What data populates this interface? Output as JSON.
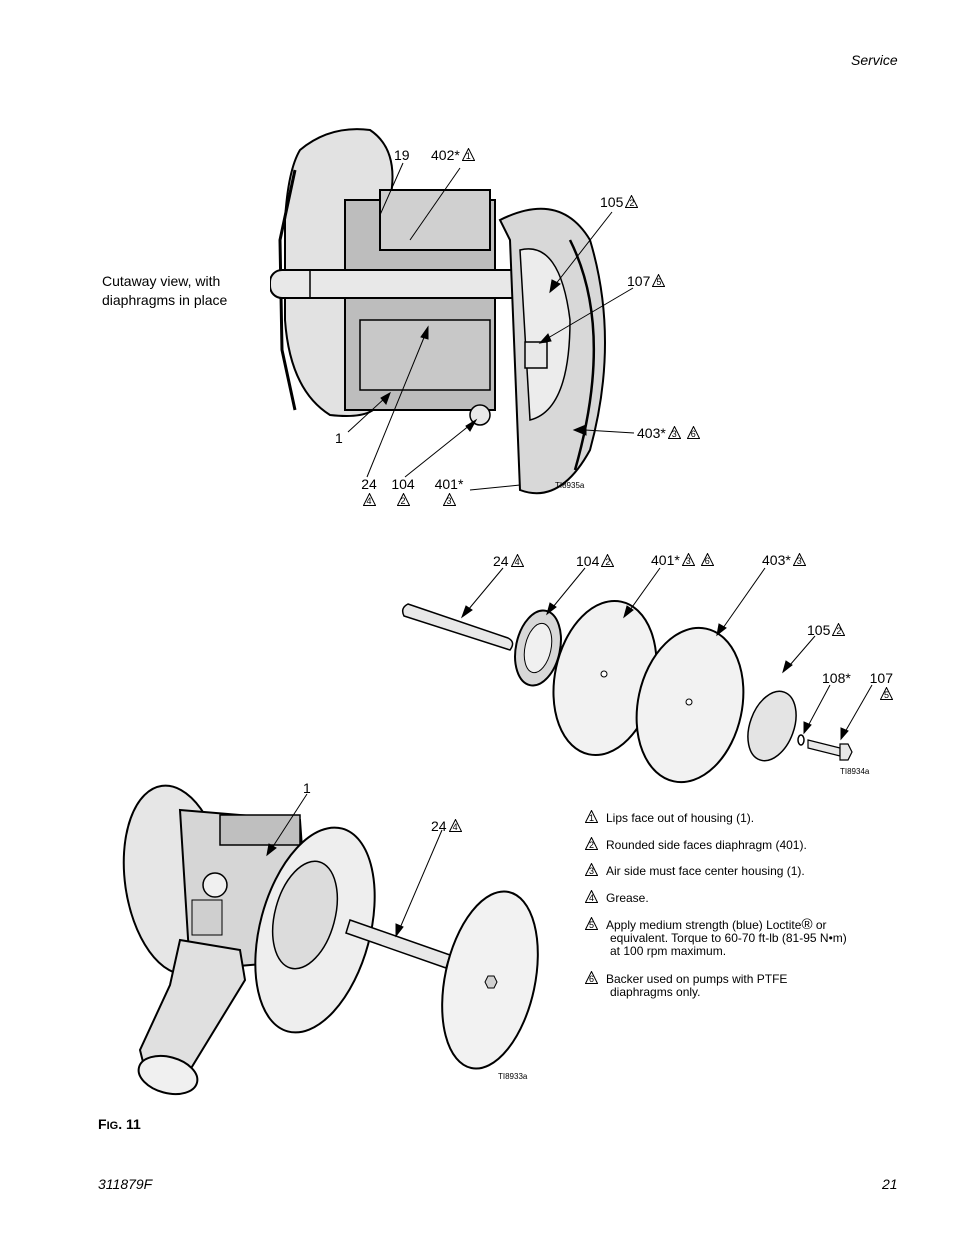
{
  "header": {
    "section": "Service"
  },
  "figure_top": {
    "caption": "Cutaway view, with diaphragms in place",
    "caption_line1": "Cutaway view, with",
    "caption_line2": "diaphragms in place",
    "labels": {
      "l19": "19",
      "l402": "402*",
      "l402_tri": "1",
      "l105": "105",
      "l105_tri": "2",
      "l107": "107",
      "l107_tri": "5",
      "l403": "403*",
      "l403_tri_a": "3",
      "l403_tri_b": "6",
      "l1": "1",
      "l24": "24",
      "l24_tri": "4",
      "l104": "104",
      "l104_tri": "2",
      "l401": "401*",
      "l401_tri": "3"
    },
    "ref": "TI8935a"
  },
  "figure_middle": {
    "labels": {
      "l24": "24",
      "l24_tri": "4",
      "l104": "104",
      "l104_tri": "2",
      "l401": "401*",
      "l401_tri_a": "3",
      "l401_tri_b": "6",
      "l403": "403*",
      "l403_tri": "3",
      "l105": "105",
      "l105_tri": "2",
      "l108": "108*",
      "l107": "107",
      "l107_tri": "5"
    },
    "ref": "TI8934a"
  },
  "figure_bottom": {
    "labels": {
      "l1": "1",
      "l24": "24",
      "l24_tri": "4"
    },
    "ref": "TI8933a"
  },
  "notes": [
    {
      "num": "1",
      "text": "Lips face out of housing (1)."
    },
    {
      "num": "2",
      "text": "Rounded side faces diaphragm (401)."
    },
    {
      "num": "3",
      "text": "Air side must face center housing (1)."
    },
    {
      "num": "4",
      "text": "Grease."
    },
    {
      "num": "5",
      "line1": "Apply medium strength (blue) Loctite",
      "reg": "®",
      "line1b": " or",
      "line2": "equivalent. Torque to 60-70 ft-lb (81-95 N•m)",
      "line3": "at 100 rpm maximum."
    },
    {
      "num": "6",
      "line1": "Backer used on pumps with PTFE",
      "line2": "diaphragms only."
    }
  ],
  "fig_caption": {
    "prefix_big": "F",
    "prefix_small": "IG",
    "number": ". 11"
  },
  "footer": {
    "doc_number": "311879F",
    "page_number": "21"
  }
}
